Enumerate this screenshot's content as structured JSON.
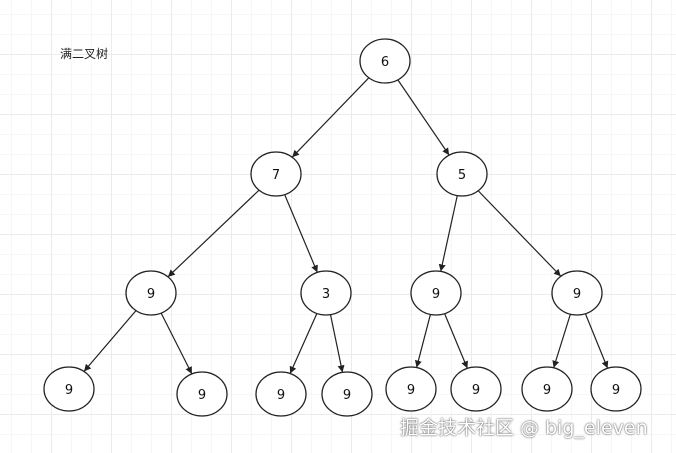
{
  "title": "满二叉树",
  "watermark": "掘金技术社区 @ big_eleven",
  "tree": {
    "nodes": [
      {
        "id": "n6",
        "label": "6"
      },
      {
        "id": "n7",
        "label": "7"
      },
      {
        "id": "n5",
        "label": "5"
      },
      {
        "id": "n9a",
        "label": "9"
      },
      {
        "id": "n3",
        "label": "3"
      },
      {
        "id": "n9b",
        "label": "9"
      },
      {
        "id": "n9c",
        "label": "9"
      },
      {
        "id": "n9d",
        "label": "9"
      },
      {
        "id": "n9e",
        "label": "9"
      },
      {
        "id": "n9f",
        "label": "9"
      },
      {
        "id": "n9g",
        "label": "9"
      },
      {
        "id": "n9h",
        "label": "9"
      },
      {
        "id": "n9i",
        "label": "9"
      },
      {
        "id": "n9j",
        "label": "9"
      },
      {
        "id": "n9k",
        "label": "9"
      }
    ],
    "edges": [
      {
        "from": "n6",
        "to": "n7"
      },
      {
        "from": "n6",
        "to": "n5"
      },
      {
        "from": "n7",
        "to": "n9a"
      },
      {
        "from": "n7",
        "to": "n3"
      },
      {
        "from": "n5",
        "to": "n9b"
      },
      {
        "from": "n5",
        "to": "n9c"
      },
      {
        "from": "n9a",
        "to": "n9d"
      },
      {
        "from": "n9a",
        "to": "n9e"
      },
      {
        "from": "n3",
        "to": "n9f"
      },
      {
        "from": "n3",
        "to": "n9g"
      },
      {
        "from": "n9b",
        "to": "n9h"
      },
      {
        "from": "n9b",
        "to": "n9i"
      },
      {
        "from": "n9c",
        "to": "n9j"
      },
      {
        "from": "n9c",
        "to": "n9k"
      }
    ]
  }
}
